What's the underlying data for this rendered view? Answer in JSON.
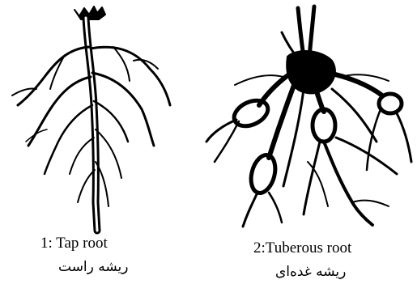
{
  "panels": [
    {
      "caption_en": "1: Tap root",
      "caption_fa": "ریشه راست"
    },
    {
      "caption_en": "2:Tuberous root",
      "caption_fa": "ریشه غده‌ای"
    }
  ],
  "colors": {
    "ink": "#000000",
    "background": "#ffffff"
  }
}
